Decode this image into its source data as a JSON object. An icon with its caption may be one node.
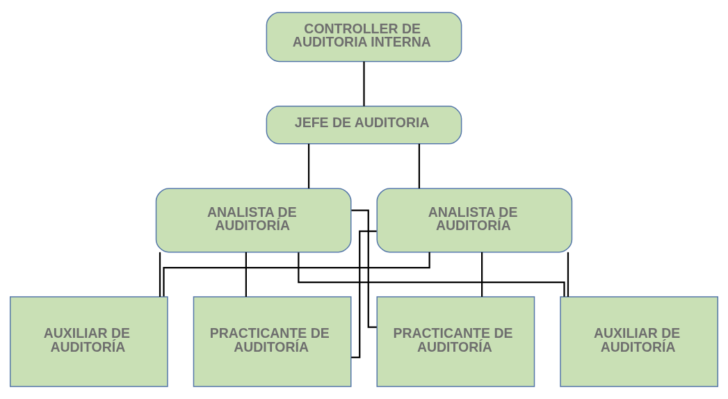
{
  "diagram": {
    "nodes": [
      {
        "text": [
          "CONTROLLER DE AUDITORIA INTERNA"
        ]
      },
      {
        "text": [
          "JEFE DE AUDITORIA"
        ]
      },
      {
        "text": [
          "ANALISTA DE AUDITORÍA"
        ]
      },
      {
        "text": [
          "ANALISTA DE AUDITORÍA"
        ]
      },
      {
        "text": [
          "PRACTICANTE DE AUDITORÍA"
        ]
      },
      {
        "text": [
          "AUXILIAR DE AUDITORÍA"
        ]
      },
      {
        "text": [
          "AUXILIAR DE AUDITORÍA"
        ]
      },
      {
        "text": [
          "PRACTICANTE DE AUDITORÍA"
        ]
      }
    ],
    "edges": [
      {
        "from": 0,
        "to": 1,
        "arrow": "none"
      },
      {
        "from": 1,
        "to": 2,
        "arrow": "none"
      },
      {
        "from": 1,
        "to": 3,
        "arrow": "none"
      },
      {
        "from": 2,
        "to": 4,
        "arrow": "none"
      },
      {
        "from": 2,
        "to": 5,
        "arrow": "none"
      },
      {
        "from": 2,
        "to": 6,
        "arrow": "none"
      },
      {
        "from": 2,
        "to": 7,
        "arrow": "none"
      },
      {
        "from": 3,
        "to": 4,
        "arrow": "none"
      },
      {
        "from": 3,
        "to": 5,
        "arrow": "none"
      },
      {
        "from": 3,
        "to": 6,
        "arrow": "none"
      },
      {
        "from": 3,
        "to": 7,
        "arrow": "none"
      }
    ]
  }
}
